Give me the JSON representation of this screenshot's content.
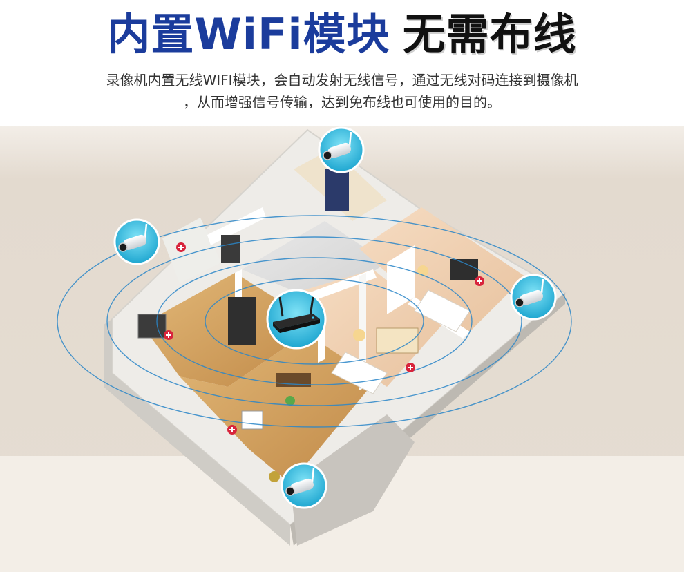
{
  "headline": {
    "part1": "内置WiFi模块",
    "part2": "无需布线",
    "colors": {
      "part1": "#1b3c9c",
      "part2": "#111111"
    }
  },
  "description": {
    "line1": "录像机内置无线WIFI模块，会自动发射无线信号，通过无线对码连接到摄像机",
    "line2": "，从而增强信号传输，达到免布线也可使用的目的。"
  },
  "illustration": {
    "hub_device": "nvr-recorder-icon",
    "camera_icon": "wifi-bullet-camera-icon",
    "marker_icon": "plus-marker-icon",
    "colors": {
      "badge": "#2bb5d8",
      "rings": "#2a86c8",
      "marker": "#d8243c",
      "wall": "#e8e6e2",
      "floor": "#d3a064",
      "backdrop": "#e5ddd2"
    }
  }
}
